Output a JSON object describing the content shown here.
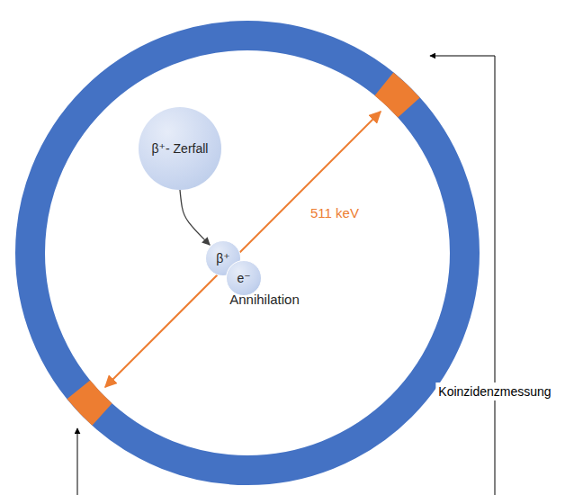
{
  "diagram": {
    "nodes": [
      {
        "text": [
          "β⁺- Zerfall"
        ]
      },
      {
        "text": [
          "β⁺"
        ]
      },
      {
        "text": [
          "e⁻"
        ]
      }
    ],
    "edges": [
      {
        "from": 0,
        "to": 1,
        "arrow": "to"
      }
    ],
    "labels": [
      "511 keV",
      "Annihilation",
      "Koinzidenzmessung"
    ]
  }
}
